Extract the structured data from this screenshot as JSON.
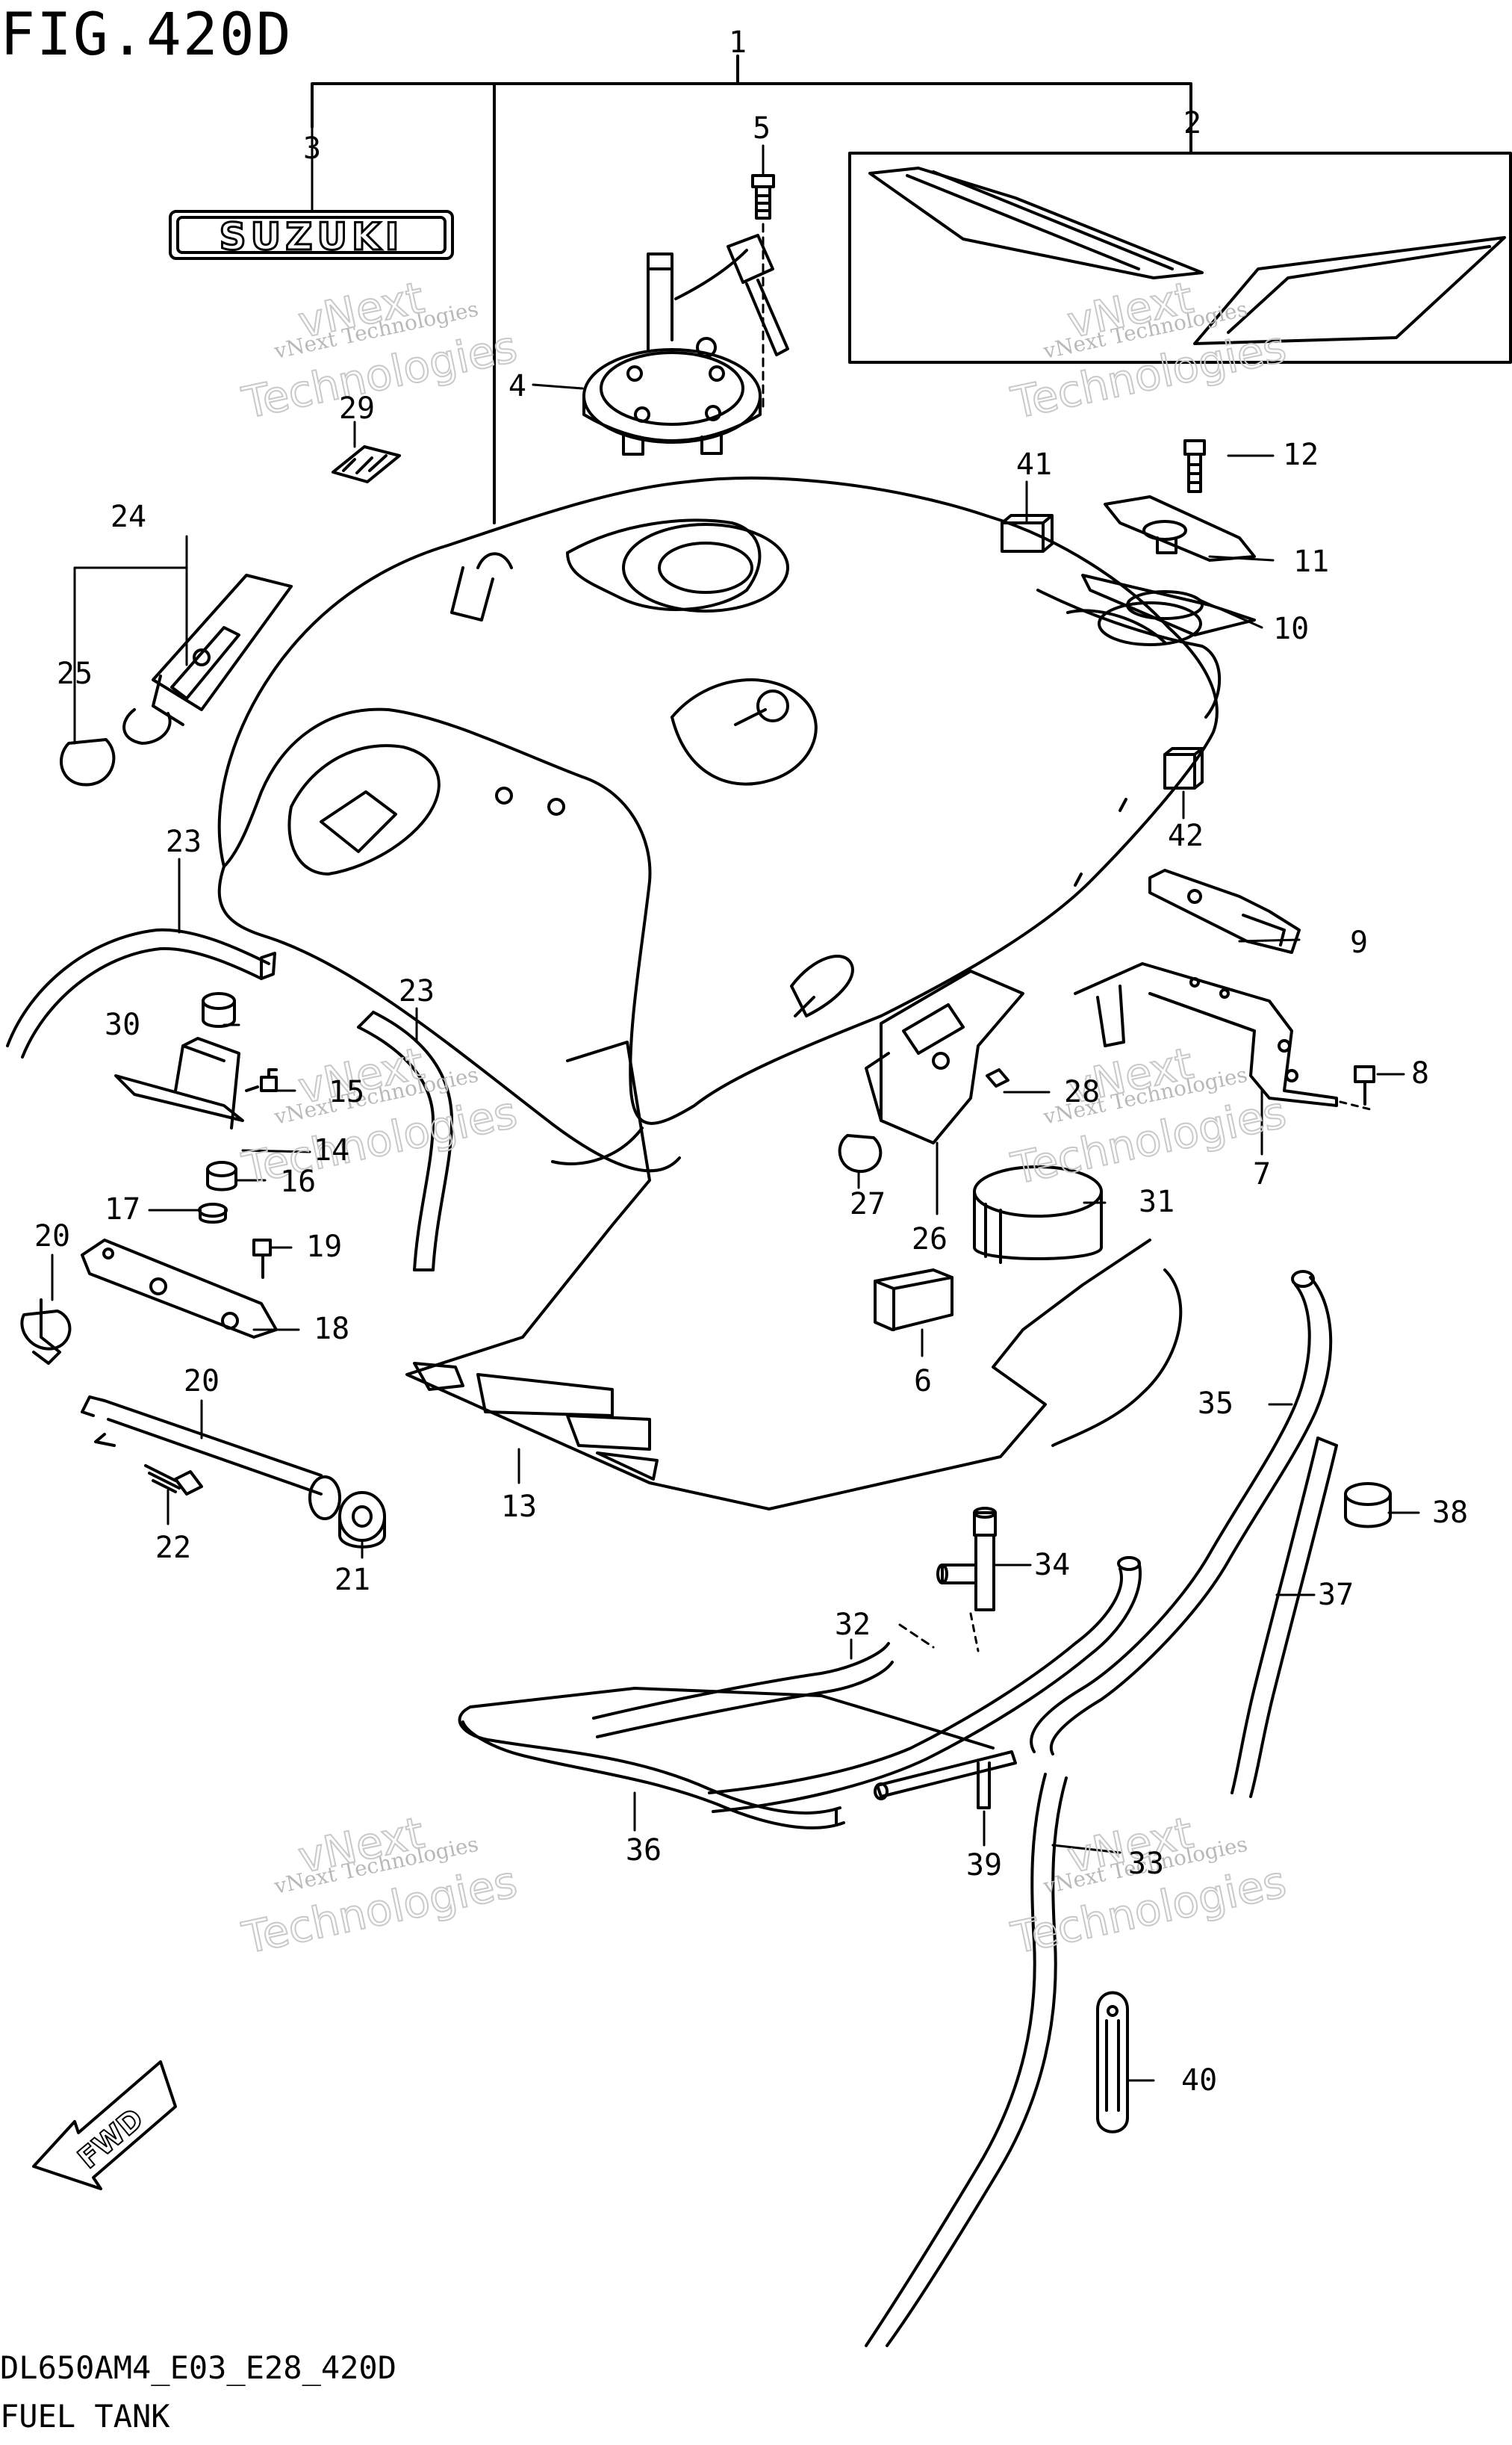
{
  "figure": {
    "title": "FIG.420D",
    "model_code": "DL650AM4_E03_E28_420D",
    "caption": "FUEL TANK"
  },
  "emblem": {
    "text": "SUZUKI"
  },
  "fwd_arrow": {
    "text": "FWD"
  },
  "watermark": {
    "line1": "vNext Technologies",
    "line2": "vNext",
    "line3": "Technologies"
  },
  "callouts": [
    "1",
    "2",
    "3",
    "4",
    "5",
    "6",
    "7",
    "8",
    "9",
    "10",
    "11",
    "12",
    "13",
    "14",
    "15",
    "16",
    "17",
    "18",
    "19",
    "20",
    "20",
    "21",
    "22",
    "23",
    "23",
    "24",
    "25",
    "26",
    "27",
    "28",
    "29",
    "30",
    "31",
    "32",
    "33",
    "34",
    "35",
    "36",
    "37",
    "38",
    "39",
    "40",
    "41",
    "42"
  ],
  "colors": {
    "line": "#000000",
    "background": "#ffffff",
    "watermark": "#bdbdbd"
  }
}
